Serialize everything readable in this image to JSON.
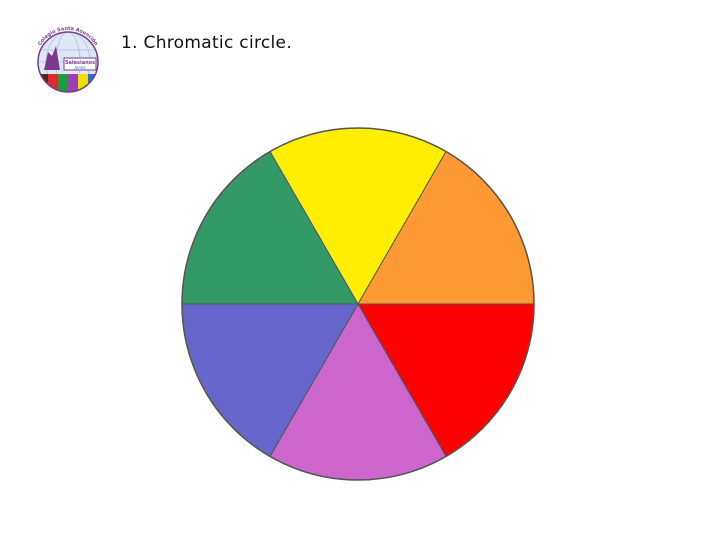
{
  "slide": {
    "title": "1. Chromatic circle."
  },
  "logo": {
    "icon": "school-globe-logo",
    "arc_text": "Colegio Santa Asunción",
    "center_text_1": "Salesianos",
    "center_text_2": "Jerez",
    "band_colors": [
      "#4b2a17",
      "#e02a2a",
      "#1f9a3c",
      "#9b3fb6",
      "#f0e000",
      "#2f6fd1"
    ]
  },
  "chromatic_circle": {
    "segments": [
      {
        "color_name": "yellow",
        "color": "#ffee00",
        "start_deg": -120,
        "end_deg": -60
      },
      {
        "color_name": "orange",
        "color": "#ff9933",
        "start_deg": -60,
        "end_deg": 0
      },
      {
        "color_name": "red",
        "color": "#ff0000",
        "start_deg": 0,
        "end_deg": 60
      },
      {
        "color_name": "violet",
        "color": "#cc66cc",
        "start_deg": 60,
        "end_deg": 120
      },
      {
        "color_name": "blue",
        "color": "#6666cc",
        "start_deg": 120,
        "end_deg": 180
      },
      {
        "color_name": "green",
        "color": "#339966",
        "start_deg": 180,
        "end_deg": 240
      }
    ],
    "outline_color": "#555555"
  }
}
